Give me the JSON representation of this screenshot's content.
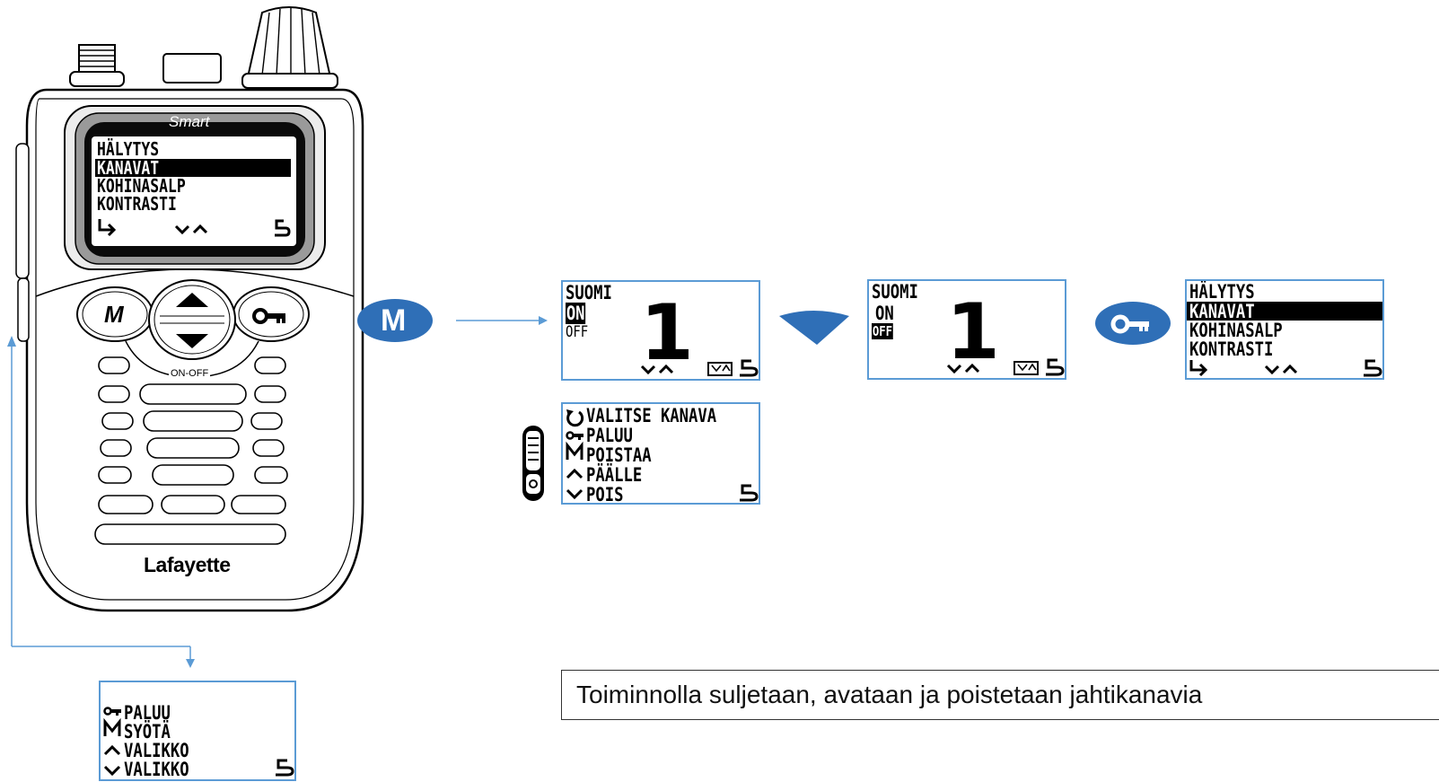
{
  "device": {
    "display_title": "Smart",
    "brand": "Lafayette",
    "menu": {
      "items": [
        "HÄLYTYS",
        "KANAVAT",
        "KOHINASALP",
        "KONTRASTI"
      ],
      "selected_index": 1
    },
    "buttons": {
      "m_label": "M",
      "on_off_label": "ON-OFF"
    }
  },
  "badges": {
    "m_label": "M"
  },
  "screen_channel_on": {
    "title": "SUOMI",
    "option_on": "ON",
    "option_off": "OFF",
    "selected": "ON",
    "channel_number": "1"
  },
  "screen_channel_off": {
    "title": "SUOMI",
    "option_on": "ON",
    "option_off": "OFF",
    "selected": "OFF",
    "channel_number": "1"
  },
  "screen_menu_result": {
    "items": [
      "HÄLYTYS",
      "KANAVAT",
      "KOHINASALP",
      "KONTRASTI"
    ],
    "selected_index": 1
  },
  "screen_help_channel": {
    "lines": [
      "VALITSE KANAVA",
      "PALUU",
      "POISTAA",
      "PÄÄLLE",
      "POIS"
    ]
  },
  "screen_help_menu": {
    "lines": [
      "PALUU",
      "SYÖTÄ",
      "VALIKKO",
      "VALIKKO"
    ]
  },
  "caption": "Toiminnolla suljetaan, avataan ja poistetaan jahtikanavia",
  "colors": {
    "accent": "#2f6fb7",
    "line": "#5b9bd5"
  }
}
